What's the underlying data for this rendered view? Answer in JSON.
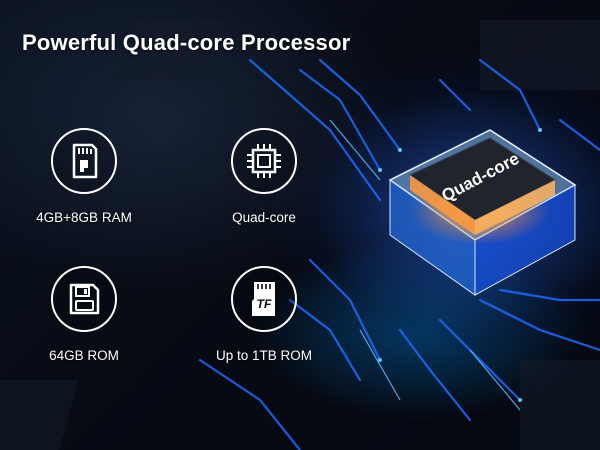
{
  "banner": {
    "title": "Powerful Quad-core Processor",
    "chip_text": "Quad-core",
    "accent_color": "#2f7bff",
    "glow_color": "#ff8a2a"
  },
  "features": [
    {
      "label": "4GB+8GB RAM",
      "icon": "ram-card-icon"
    },
    {
      "label": "Quad-core",
      "icon": "cpu-chip-icon"
    },
    {
      "label": "64GB ROM",
      "icon": "storage-icon"
    },
    {
      "label": "Up to 1TB ROM",
      "icon": "tf-card-icon",
      "icon_text": "TF"
    }
  ]
}
